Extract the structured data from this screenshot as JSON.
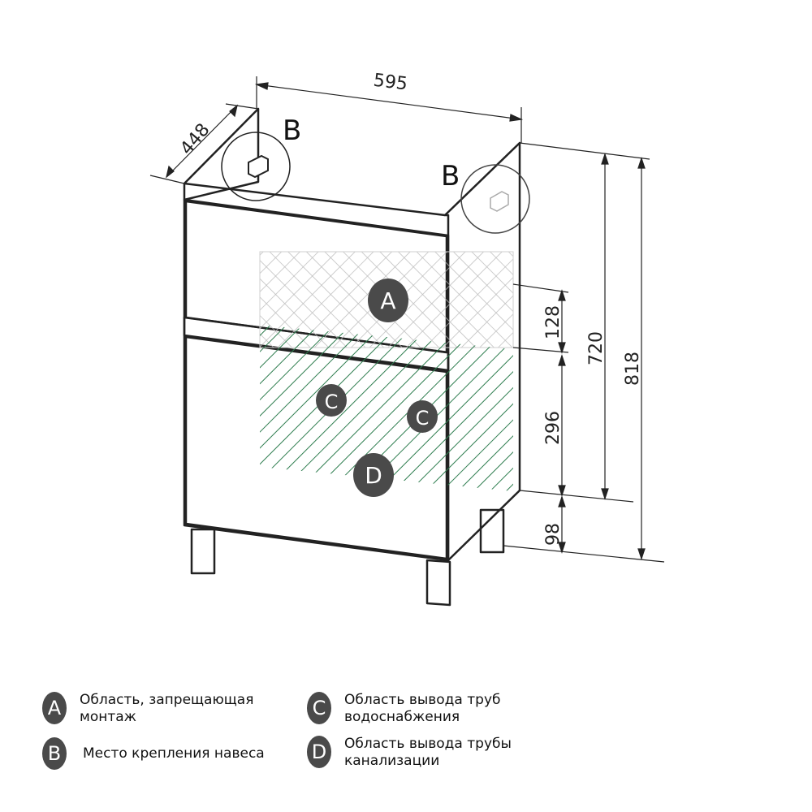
{
  "dimensions": {
    "width": "595",
    "depth": "448",
    "height_body": "720",
    "height_total": "818",
    "zone_a_height": "128",
    "zone_cd_height": "296",
    "leg_height": "98"
  },
  "markers": {
    "b_left": "B",
    "b_right": "B",
    "zone_a": "A",
    "zone_c_left": "C",
    "zone_c_right": "C",
    "zone_d": "D"
  },
  "legend": [
    {
      "letter": "A",
      "text": "Область, запрещающая монтаж"
    },
    {
      "letter": "B",
      "text": "Место крепления навеса"
    },
    {
      "letter": "C",
      "text": "Область вывода труб водоснабжения"
    },
    {
      "letter": "D",
      "text": "Область вывода трубы канализации"
    }
  ],
  "colors": {
    "outline": "#222222",
    "badge": "#4a4a4a",
    "zone_a_hatch": "#bdbdbd",
    "zone_cd_hatch": "#2e7d4f"
  }
}
